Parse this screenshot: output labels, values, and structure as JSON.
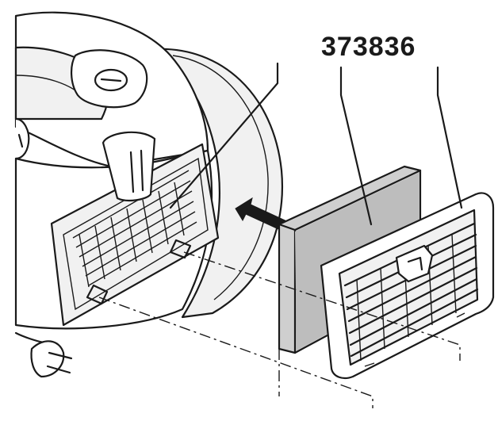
{
  "labels": {
    "part_number": "373836"
  },
  "icons": [
    "vacuum-body",
    "exhaust-grille-panel",
    "filter-pad",
    "filter-grille-frame",
    "insertion-arrow",
    "power-plug"
  ],
  "colors": {
    "line": "#1a1a1a",
    "background": "#ffffff",
    "filter_fill": "#cfcfcf"
  }
}
